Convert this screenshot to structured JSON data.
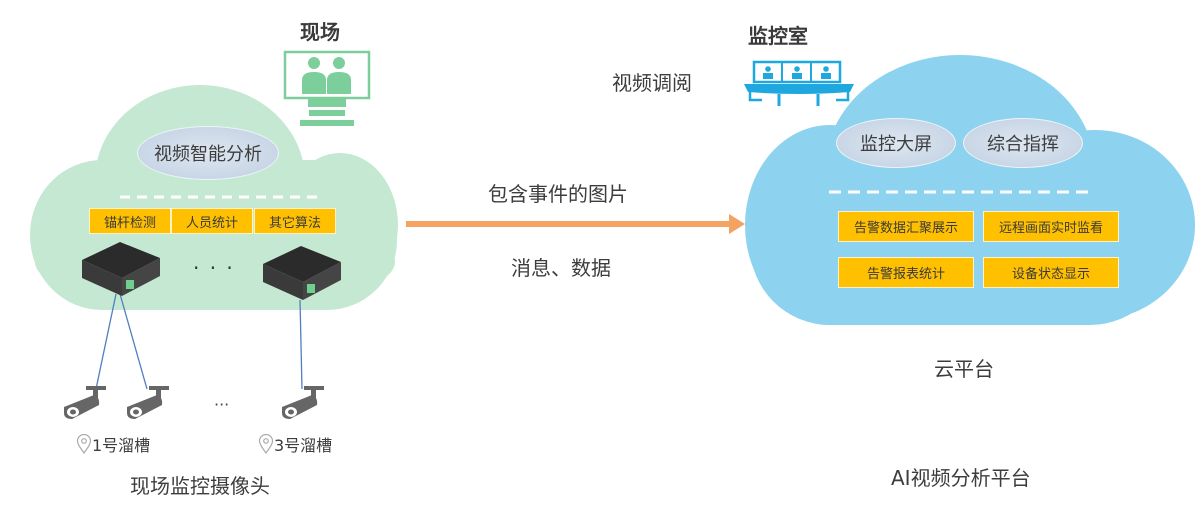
{
  "site": {
    "title": "现场",
    "analysis_ellipse": "视频智能分析",
    "algorithms": [
      "锚杆检测",
      "人员统计",
      "其它算法"
    ],
    "device_ellipsis": "· · ·",
    "camera_ellipsis": "···",
    "cameras": [
      {
        "label": "1号溜槽"
      },
      {
        "label": "3号溜槽"
      }
    ],
    "caption": "现场监控摄像头"
  },
  "link": {
    "top_label": "包含事件的图片",
    "bottom_label": "消息、数据",
    "arrow_color": "#f4a460"
  },
  "control_room": {
    "title": "监控室",
    "video_review": "视频调阅"
  },
  "cloud": {
    "ellipses": [
      "监控大屏",
      "综合指挥"
    ],
    "functions": [
      "告警数据汇聚展示",
      "远程画面实时监看",
      "告警报表统计",
      "设备状态显示"
    ],
    "caption": "云平台",
    "platform_caption": "AI视频分析平台"
  },
  "colors": {
    "site_cloud": "#c4e8d2",
    "cloud_platform": "#8dd3ef",
    "box_fill": "#ffc000",
    "icon_green": "#7ccf9b",
    "icon_blue": "#1fa8e0"
  }
}
